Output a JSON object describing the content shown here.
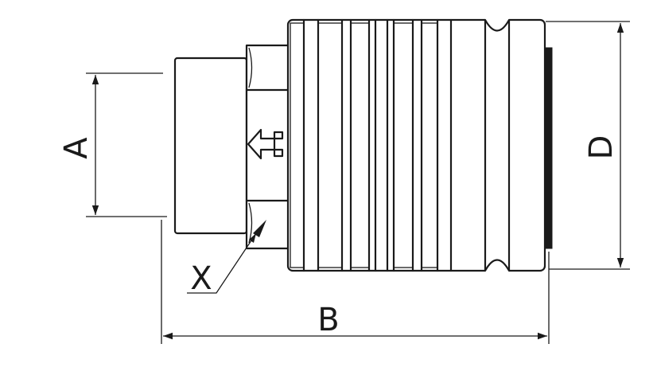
{
  "dimensions": {
    "a_label": "A",
    "b_label": "B",
    "d_label": "D",
    "x_label": "X"
  },
  "colors": {
    "line": "#1a1a1a",
    "background": "#ffffff"
  }
}
